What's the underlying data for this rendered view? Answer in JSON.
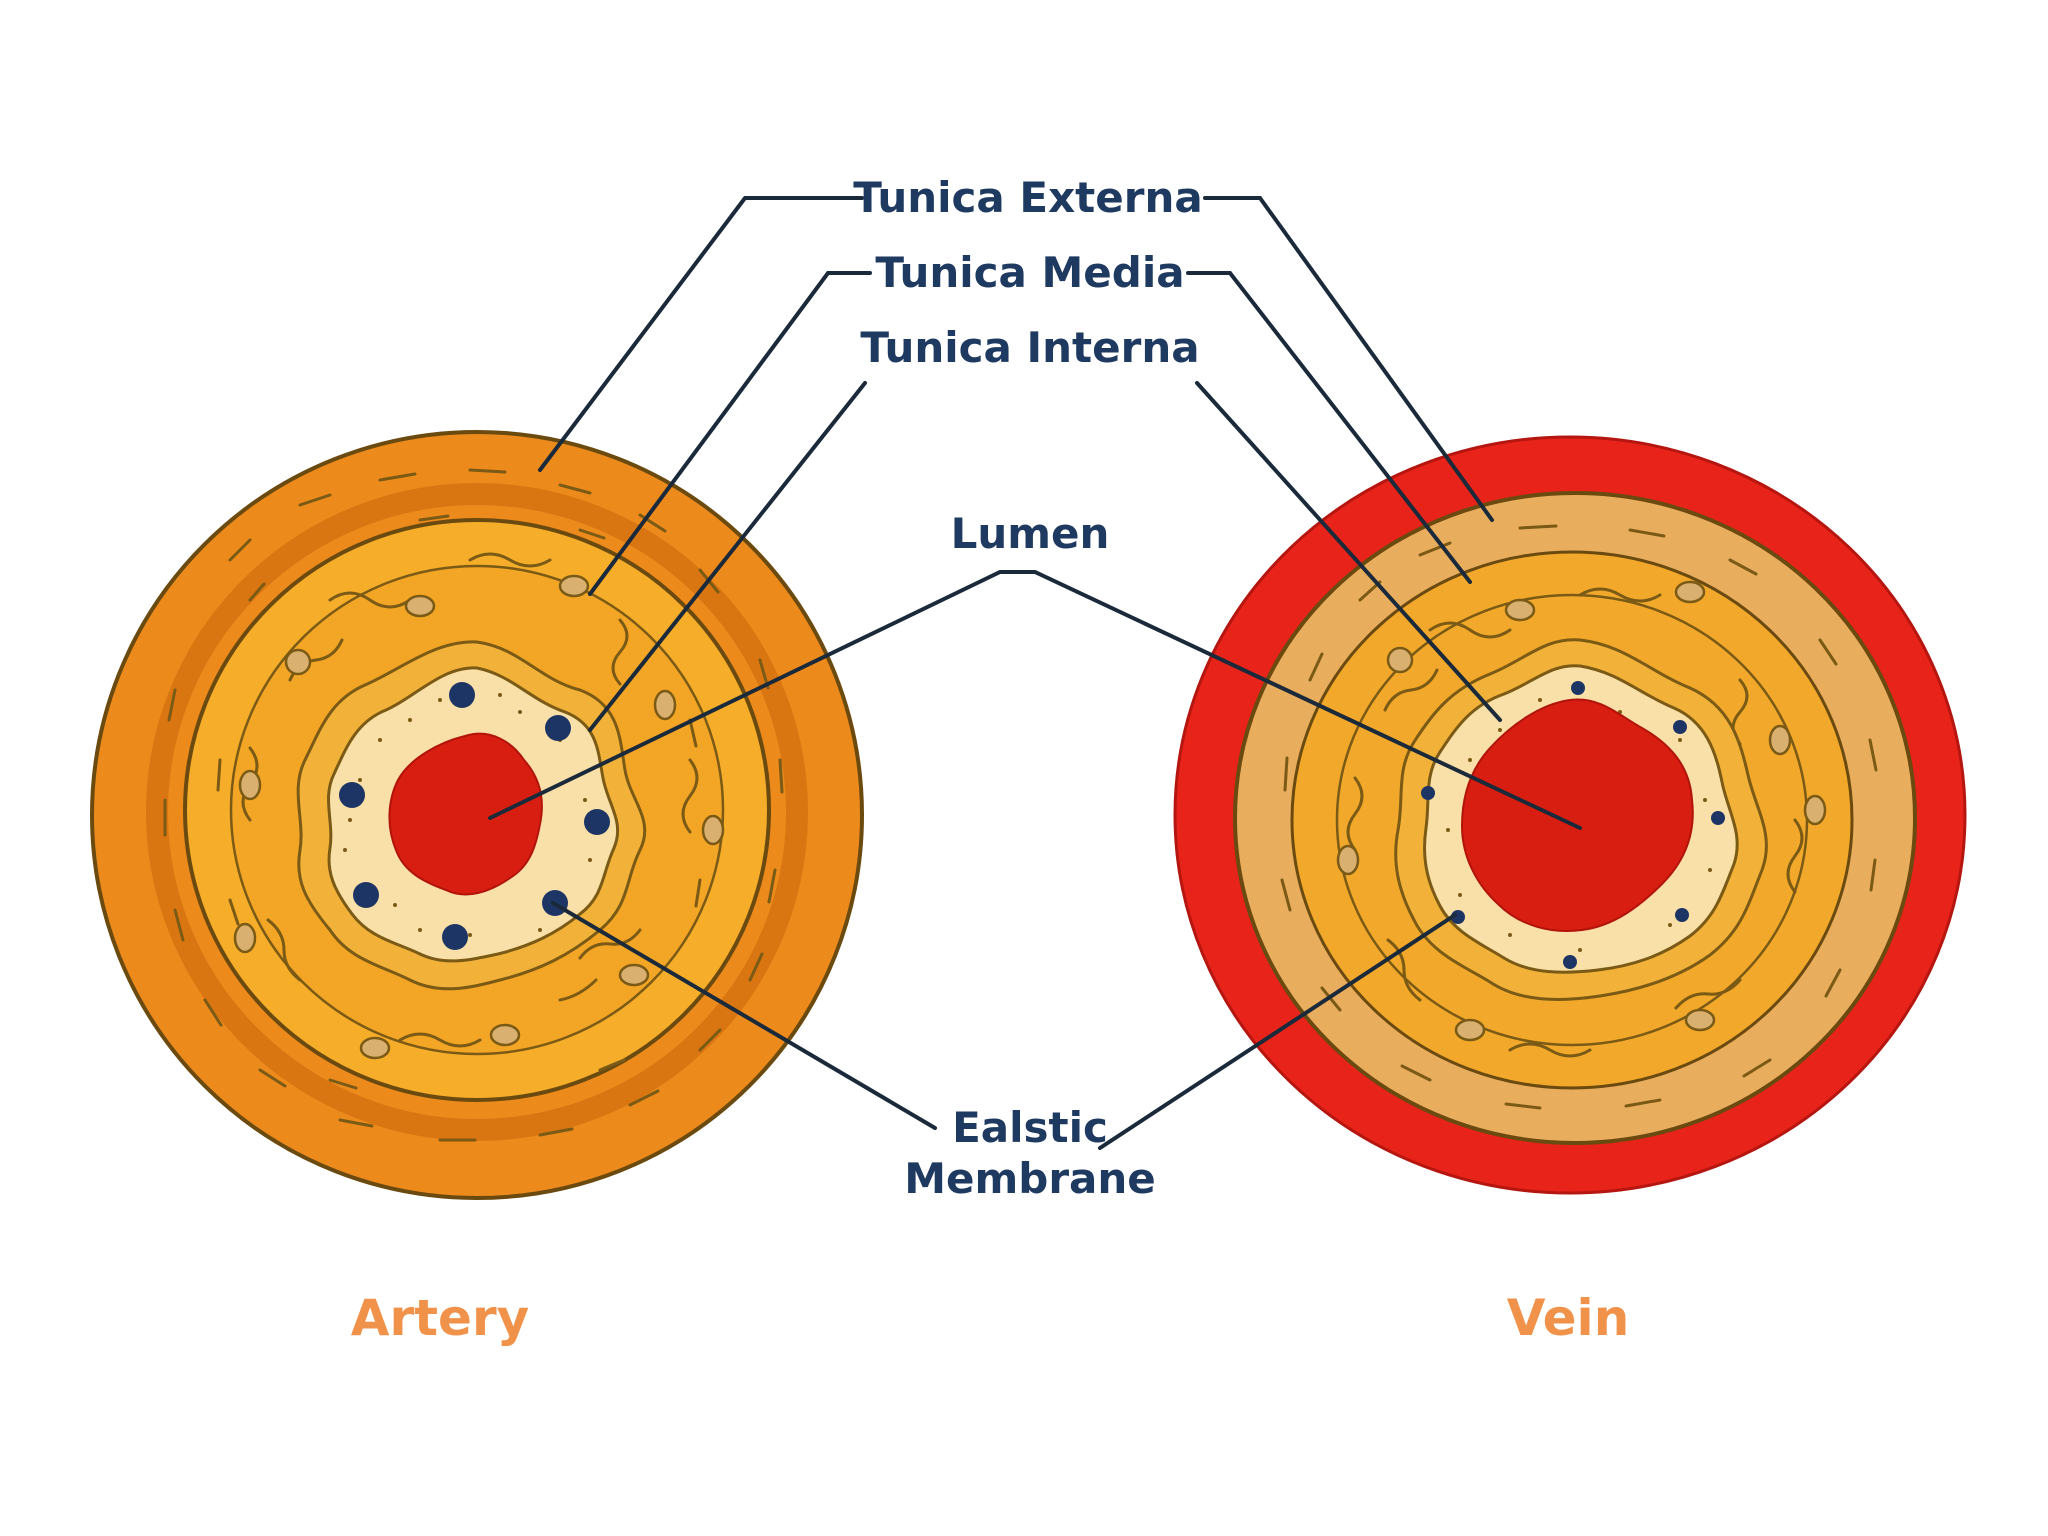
{
  "labels": {
    "tunica_externa": "Tunica Externa",
    "tunica_media": "Tunica Media",
    "tunica_interna": "Tunica Interna",
    "lumen": "Lumen",
    "elastic_line1": "Ealstic",
    "elastic_line2": "Membrane"
  },
  "captions": {
    "artery": "Artery",
    "vein": "Vein"
  },
  "colors": {
    "artery_outer": "#ed8a1c",
    "artery_outer_dark": "#d97612",
    "artery_media": "#f5ad2a",
    "intima": "#f9dfa8",
    "lumen": "#d81e10",
    "nucleus": "#1d3565",
    "vein_outer": "#e8231a",
    "vein_externa": "#e9ad5e",
    "vein_media": "#f2a82a",
    "caption": "#f0924a",
    "label": "#1f3a60"
  }
}
